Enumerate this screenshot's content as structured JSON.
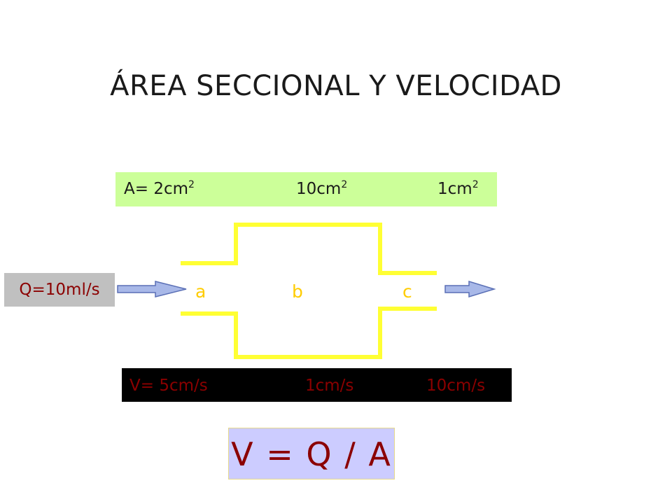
{
  "title": "ÁREA SECCIONAL Y VELOCIDAD",
  "areas": {
    "a": {
      "base": "A= 2cm",
      "exp": "2"
    },
    "b": {
      "base": "10cm",
      "exp": "2"
    },
    "c": {
      "base": "1cm",
      "exp": "2"
    }
  },
  "velocities": {
    "a": "V= 5cm/s",
    "b": "1cm/s",
    "c": "10cm/s"
  },
  "flow": "Q=10ml/s",
  "segments": {
    "a": "a",
    "b": "b",
    "c": "c"
  },
  "formula": "V = Q / A",
  "colors": {
    "pipe": "#ffff33",
    "area_bg": "#ccff99",
    "velocity_bg": "#000000",
    "velocity_text": "#8b0000",
    "flow_bg": "#c0c0c0",
    "formula_bg": "#ccccff",
    "segment_label": "#ffcc00",
    "arrow_fill": "#a8b8e8"
  }
}
